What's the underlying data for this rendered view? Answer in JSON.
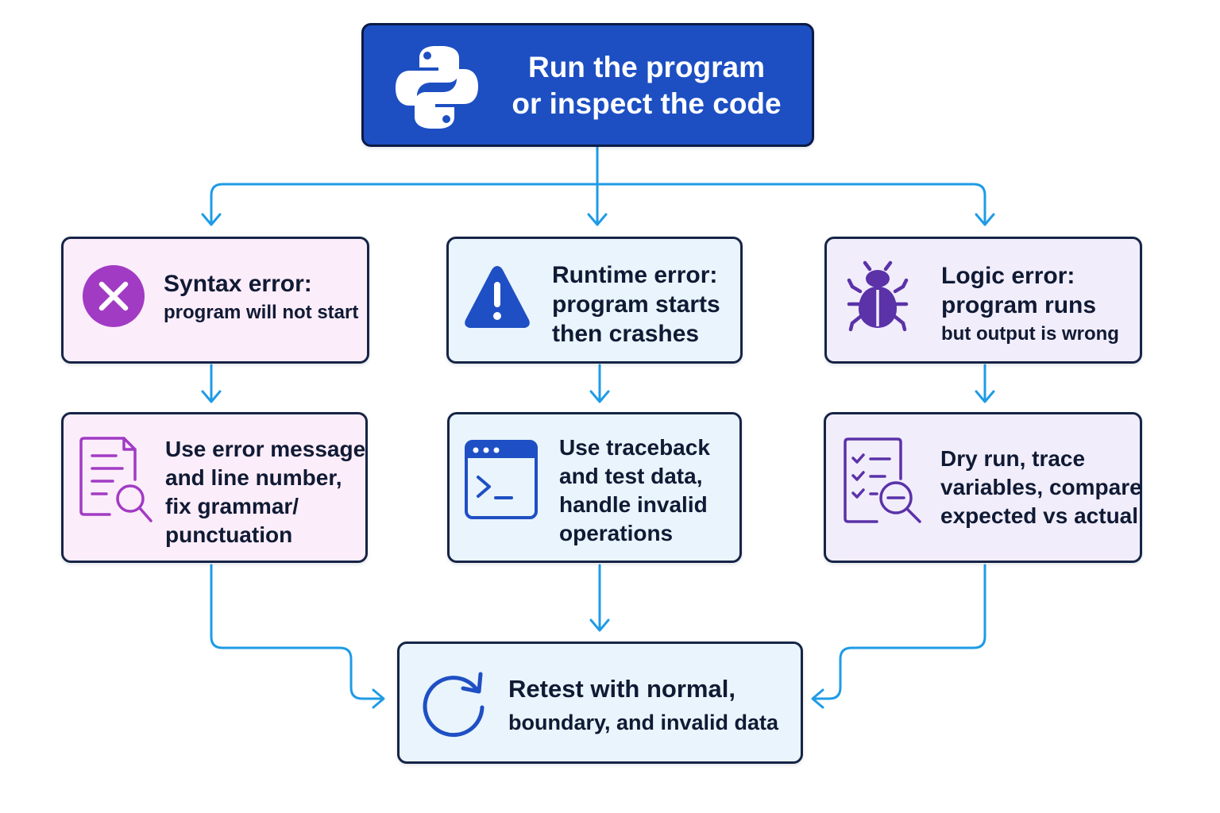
{
  "nodes": {
    "start": {
      "lines": [
        "Run the program",
        "or inspect the code"
      ],
      "icon": "python-logo-icon"
    },
    "syntax": {
      "title": "Syntax error:",
      "lines": [
        "program will not start"
      ],
      "icon": "x-circle-icon",
      "accent": "#a13bc4"
    },
    "runtime": {
      "title": "Runtime error:",
      "lines": [
        "program starts",
        "then crashes"
      ],
      "icon": "warning-triangle-icon",
      "accent": "#1f4fc4"
    },
    "logic": {
      "title": "Logic error:",
      "lines": [
        "program runs",
        "but output is wrong"
      ],
      "icon": "bug-icon",
      "accent": "#5b32a8"
    },
    "syntax_fix": {
      "lines": [
        "Use error message",
        "and line number,",
        "fix grammar/",
        "punctuation"
      ],
      "icon": "document-search-icon"
    },
    "runtime_fix": {
      "lines": [
        "Use traceback",
        "and test data,",
        "handle invalid",
        "operations"
      ],
      "icon": "terminal-window-icon"
    },
    "logic_fix": {
      "lines": [
        "Dry run, trace",
        "variables, compare",
        "expected vs actual"
      ],
      "icon": "checklist-search-icon"
    },
    "retest": {
      "lines": [
        "Retest with normal,",
        "boundary, and invalid data"
      ],
      "icon": "refresh-icon"
    }
  },
  "colors": {
    "connector": "#1f9be6",
    "border": "#162446",
    "top_fill": "#1d4fc3",
    "pink_fill": "#fcedfa",
    "blue_fill": "#e9f4fc",
    "lilac_fill": "#f1edfb"
  }
}
